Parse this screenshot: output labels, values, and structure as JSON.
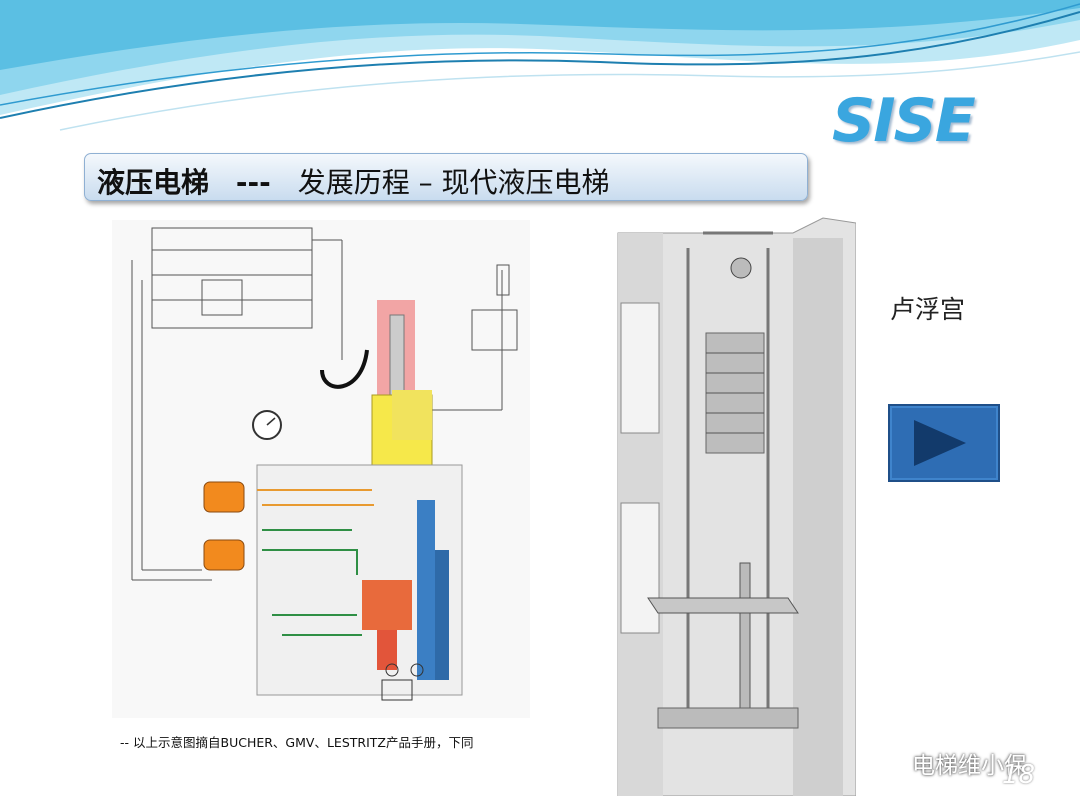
{
  "logo": {
    "text": "SISE"
  },
  "title": {
    "bold": "液压电梯",
    "separator": "---",
    "rest": "发展历程 – 现代液压电梯"
  },
  "caption": "-- 以上示意图摘自BUCHER、GMV、LESTRITZ产品手册，下同",
  "side_label": "卢浮宫",
  "watermark": {
    "text": "电梯维小保"
  },
  "page_number": "18",
  "colors": {
    "logo": "#3aa6df",
    "play_button": "#2e6db4",
    "play_icon": "#123a6b",
    "wave_light": "#7fd0e8",
    "wave_dark": "#1e7fb0"
  }
}
